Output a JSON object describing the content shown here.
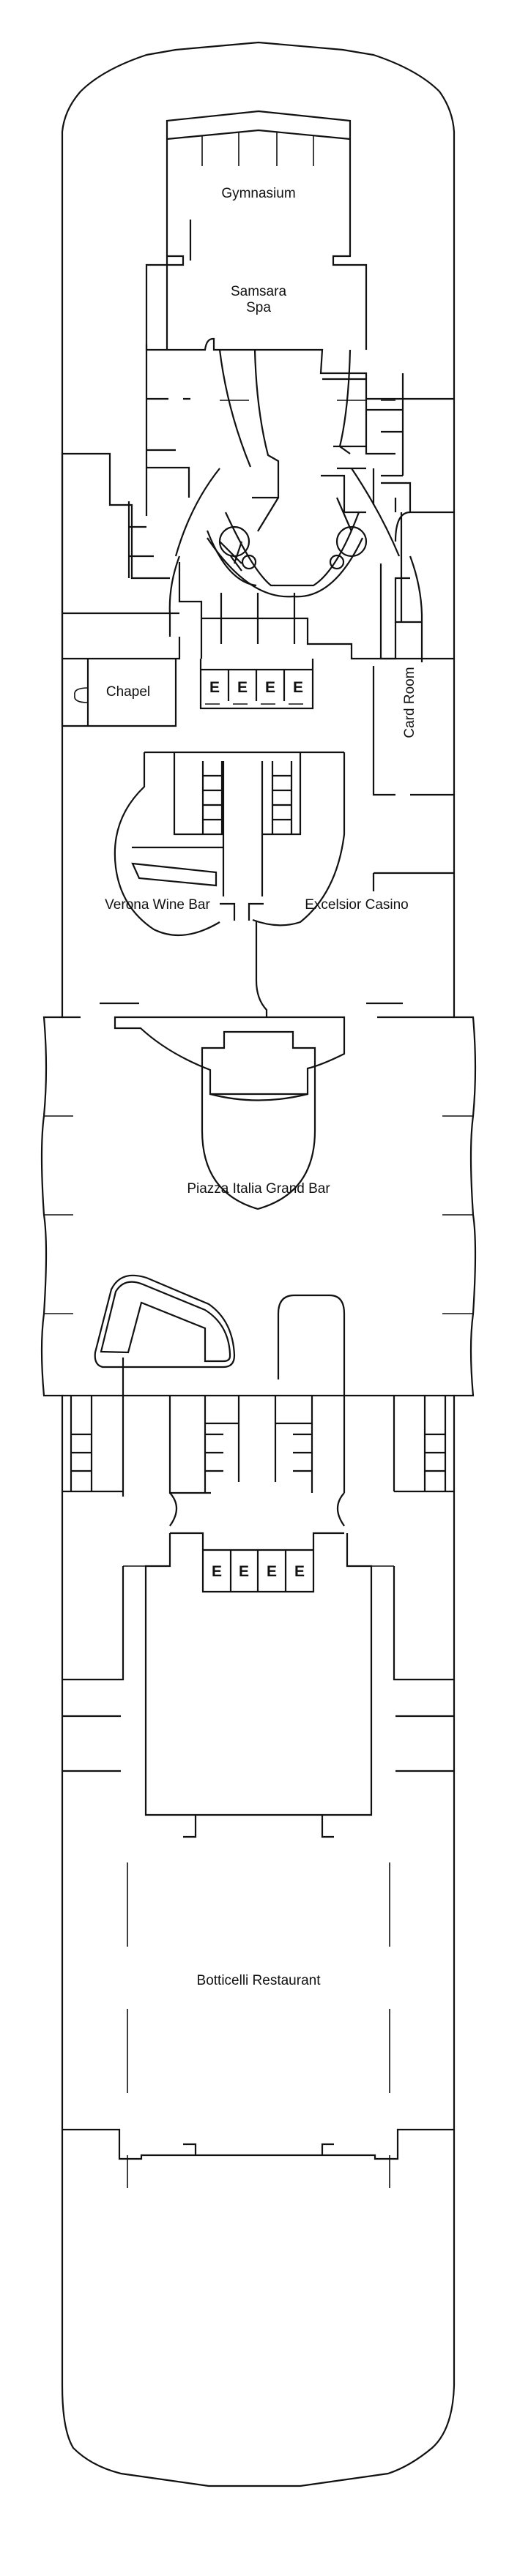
{
  "deck_plan": {
    "colors": {
      "line": "#111111",
      "background": "#ffffff"
    },
    "venues": [
      {
        "id": "gymnasium",
        "label": "Gymnasium"
      },
      {
        "id": "samsara_spa",
        "label": "Samsara Spa",
        "lines": [
          "Samsara",
          "Spa"
        ]
      },
      {
        "id": "chapel",
        "label": "Chapel"
      },
      {
        "id": "card_room",
        "label": "Card Room"
      },
      {
        "id": "verona_wine_bar",
        "label": "Verona Wine Bar"
      },
      {
        "id": "excelsior_casino",
        "label": "Excelsior Casino"
      },
      {
        "id": "piazza_italia_grand_bar",
        "label": "Piazza Italia Grand Bar"
      },
      {
        "id": "botticelli_restaurant",
        "label": "Botticelli Restaurant"
      }
    ],
    "elevators": {
      "forward": [
        "E",
        "E",
        "E",
        "E"
      ],
      "aft": [
        "E",
        "E",
        "E",
        "E"
      ]
    }
  }
}
